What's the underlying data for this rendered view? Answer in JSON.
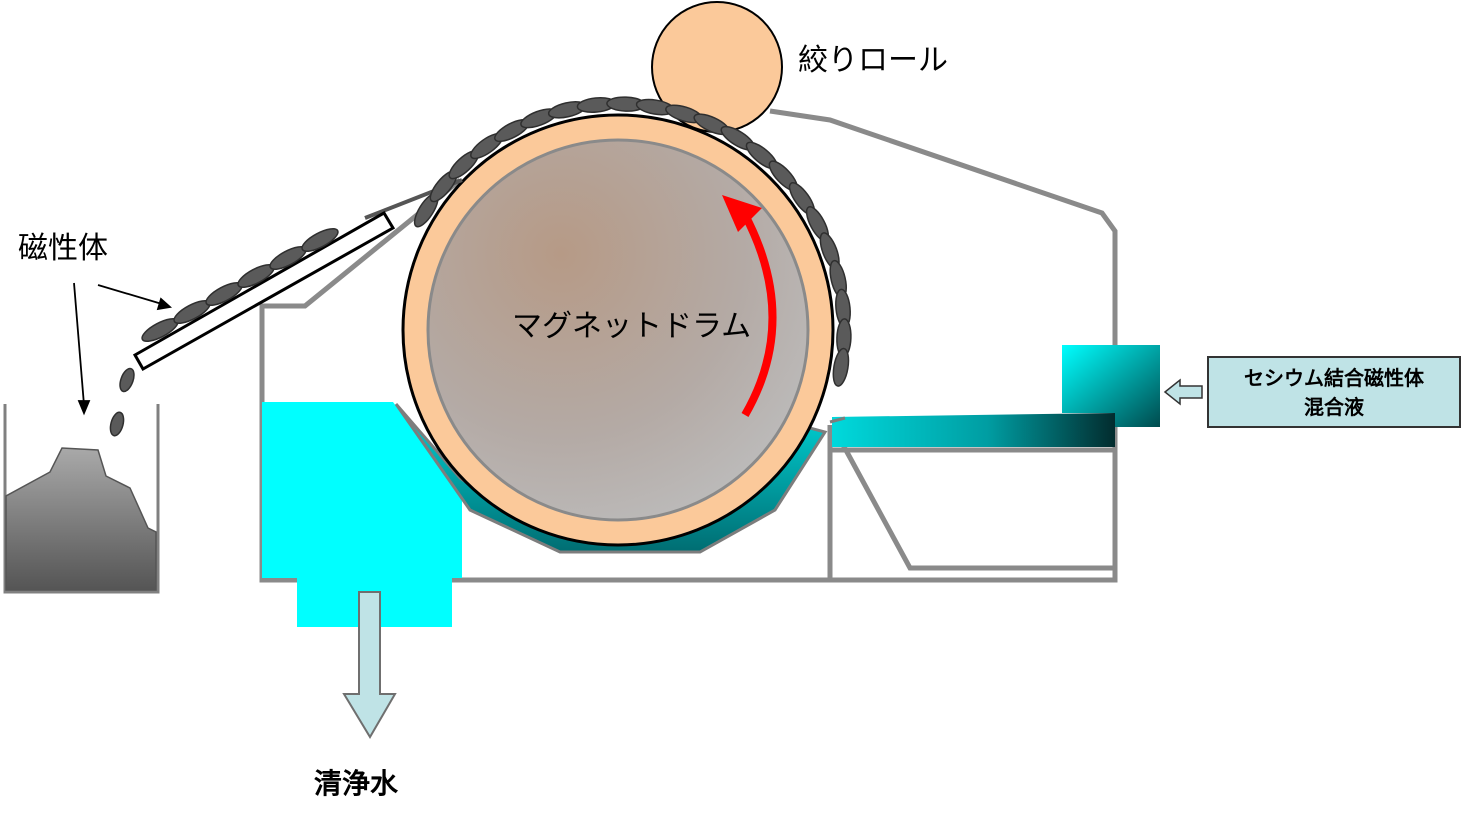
{
  "labels": {
    "squeeze_roll": "絞りロール",
    "magnetic_body": "磁性体",
    "magnet_drum": "マグネットドラム",
    "clean_water": "清浄水",
    "feed_liquid_line1": "セシウム結合磁性体",
    "feed_liquid_line2": "混合液"
  },
  "colors": {
    "drum_shell": "#fbc99a",
    "drum_core": "#b9b0aa",
    "roll": "#fbc99a",
    "liquid": "#00ffff",
    "liquid_dark": "#007b80",
    "housing_line": "#8a8a8a",
    "rotation_arrow": "#ff0000",
    "particle": "#555555",
    "feed_box": "#bfe3e6",
    "flow_arrow": "#bfe3e6"
  },
  "icons": {
    "rotation": "curved-arrow-icon",
    "outflow": "down-arrow-icon",
    "inflow": "left-arrow-icon"
  }
}
